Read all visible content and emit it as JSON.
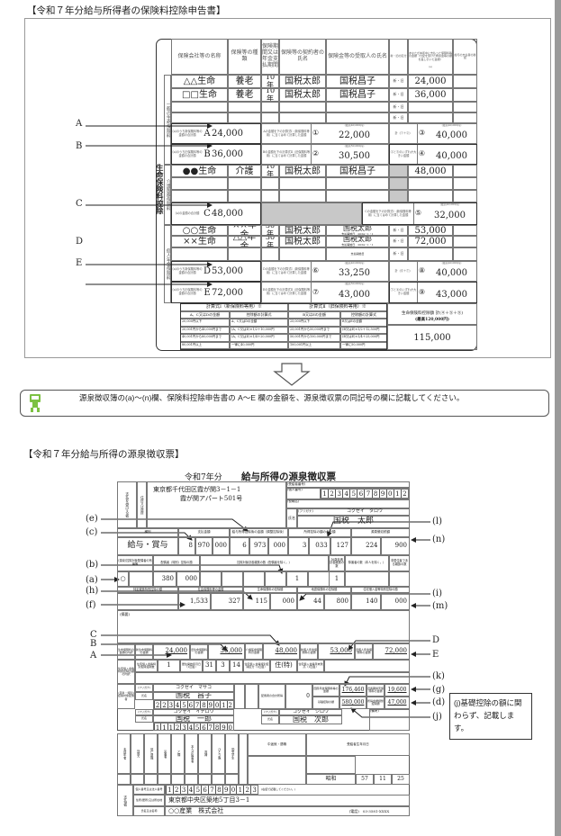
{
  "top_section": {
    "title": "【令和７年分給与所得者の保険料控除申告書】",
    "headers": {
      "company": "保険会社等の名称",
      "type": "保険等の種類",
      "period": "保険期間又は年金支払期間",
      "contractor": "保険等の契約者の氏名",
      "beneficiary": "保険金等の受取人の氏名",
      "new_old": "新・旧の区分",
      "amount": "あなたが本年中に支払った保険料等の金額（分配を受けた剰余金等の額を差し引いた金額）",
      "amount_mark": "(a)",
      "confirm": "給与の支払者の確認"
    },
    "category_labels": {
      "main": "生命保険料控除",
      "general": "一般の生命保険料",
      "care": "介護医療保険料",
      "pension": "個人年金保険料"
    },
    "new_old_label": "新・旧",
    "yen": "円",
    "general_rows": [
      {
        "company": "△△生命",
        "type": "養老",
        "period": "10年",
        "contractor": "国税太郎",
        "beneficiary": "国税昌子",
        "selected": "新",
        "amount": "24,000"
      },
      {
        "company": "□□生命",
        "type": "養老",
        "period": "10年",
        "contractor": "国税太郎",
        "beneficiary": "国税昌子",
        "selected": "旧",
        "amount": "36,000"
      },
      {
        "company": "",
        "type": "",
        "period": "",
        "contractor": "",
        "beneficiary": "",
        "selected": "",
        "amount": ""
      },
      {
        "company": "",
        "type": "",
        "period": "",
        "contractor": "",
        "beneficiary": "",
        "selected": "",
        "amount": ""
      }
    ],
    "care_rows": [
      {
        "company": "●●生命",
        "type": "介護",
        "period": "10年",
        "contractor": "国税太郎",
        "beneficiary": "国税昌子",
        "amount": "48,000"
      },
      {
        "company": "",
        "type": "",
        "period": "",
        "contractor": "",
        "beneficiary": "",
        "amount": ""
      },
      {
        "company": "",
        "type": "",
        "period": "",
        "contractor": "",
        "beneficiary": "",
        "amount": ""
      }
    ],
    "pension_rows": [
      {
        "company": "○○生命",
        "type": "××年金",
        "period": "30年",
        "contractor": "国税太郎",
        "beneficiary": "国税太郎",
        "start": "支払開始日　2034・1・1",
        "selected": "新",
        "amount": "53,000"
      },
      {
        "company": "××生命",
        "type": "△△年金",
        "period": "30年",
        "contractor": "国税太郎",
        "beneficiary": "国税太郎",
        "start": "支払開始日　2034・1・1",
        "selected": "旧",
        "amount": "72,000"
      },
      {
        "company": "",
        "type": "",
        "period": "",
        "contractor": "",
        "beneficiary": "",
        "start": "支払開始日",
        "selected": "",
        "amount": ""
      }
    ],
    "box_A": {
      "desc": "(a)のうち新保険料等の金額の合計額",
      "letter": "A",
      "value": "24,000"
    },
    "box_B": {
      "desc": "(a)のうち旧保険料等の金額の合計額",
      "letter": "B",
      "value": "36,000"
    },
    "box_C": {
      "desc": "(a)の金額の合計額",
      "letter": "C",
      "value": "48,000"
    },
    "box_D": {
      "desc": "(a)のうち新保険料等の金額の合計額",
      "letter": "D",
      "value": "53,000"
    },
    "box_E": {
      "desc": "(a)のうち旧保険料等の金額の合計額",
      "letter": "E",
      "value": "72,000"
    },
    "calc_1": {
      "desc": "Aの金額を下の計算式Ⅰ（新保険料等用）に当てはめて計算した金額",
      "mark": "①",
      "max": "(最高40,000円)",
      "value": "22,000"
    },
    "calc_2": {
      "desc": "Bの金額を下の計算式Ⅱ（旧保険料等用）に当てはめて計算した金額",
      "mark": "②",
      "max": "(最高50,000円)",
      "value": "30,500"
    },
    "calc_3": {
      "desc": "計（①＋②）",
      "mark": "③",
      "max": "(最高40,000円)",
      "value": "40,000"
    },
    "calc_4": {
      "desc": "②と③のいずれか大きい金額",
      "mark": "④",
      "value": "40,000"
    },
    "calc_5": {
      "desc": "Cの金額を下の計算式Ⅰ（新保険料等用）に当てはめて計算した金額",
      "mark": "⑤",
      "max": "(最高40,000円)",
      "value": "32,000"
    },
    "calc_6": {
      "desc": "Dの金額を下の計算式Ⅰ（新保険料等用）に当てはめて計算した金額",
      "mark": "⑥",
      "max": "(最高40,000円)",
      "value": "33,250"
    },
    "calc_7": {
      "desc": "Eの金額を下の計算式Ⅱ（旧保険料等用）に当てはめて計算した金額",
      "mark": "⑦",
      "max": "(最高50,000円)",
      "value": "43,000"
    },
    "calc_8": {
      "desc": "計（⑥＋⑦）",
      "mark": "⑧",
      "max": "(最高40,000円)",
      "value": "40,000"
    },
    "calc_9": {
      "desc": "⑦と⑧のいずれか大きい金額",
      "mark": "⑨",
      "value": "43,000"
    },
    "formula": {
      "head1": "計算式Ⅰ（新保険料等用）※",
      "head2": "計算式Ⅱ（旧保険料等用）※",
      "sub": [
        "A、C又はDの金額",
        "控除額の計算式",
        "B又はEの金額",
        "控除額の計算式"
      ],
      "rows": [
        [
          "20,000円以下",
          "A、C又はDの全額",
          "25,000円以下",
          "B又はEの全額"
        ],
        [
          "20,001円から40,000円まで",
          "(A、C又はD)×1/2＋10,000円",
          "25,001円から50,000円まで",
          "(B又はE)×1/2＋12,500円"
        ],
        [
          "40,001円から80,000円まで",
          "(A、C又はD)×1/4＋20,000円",
          "50,001円から100,000円まで",
          "(B又はE)×1/4＋25,000円"
        ],
        [
          "80,001円以上",
          "一律に40,000円",
          "100,001円以上",
          "一律に50,000円"
        ]
      ],
      "total_label": "生命保険料控除額 計(④＋⑤＋⑨)",
      "total_max": "(最高120,000円)",
      "total_value": "115,000"
    },
    "side_labels": [
      "A",
      "B",
      "C",
      "D",
      "E"
    ]
  },
  "instruction": {
    "text": "源泉徴収簿の(a)～(n)欄、保険料控除申告書の A～E 欄の金額を、源泉徴収票の同記号の欄に記載してください。"
  },
  "bottom_section": {
    "title": "【令和７年分給与所得の源泉徴収票】",
    "form_title_year": "令和7年分",
    "form_title": "給与所得の源泉徴収票",
    "recipient_label": "支払を受ける者",
    "address_label": "住所又は居所",
    "address1": "東京都千代田区霞が関3－1－1",
    "address2": "霞が関アパート501号",
    "recipient_no_label": "(受給者番号)",
    "my_number_label": "(個人番号)",
    "my_number": [
      "1",
      "2",
      "3",
      "4",
      "5",
      "6",
      "7",
      "8",
      "9",
      "0",
      "1",
      "2"
    ],
    "position_label": "(役職名)",
    "name_label": "氏名",
    "furigana_label": "(フリガナ)",
    "furigana": "コクゼイ　タロウ",
    "name": "国税　太郎",
    "headers1": [
      "種別",
      "支払金額",
      "給与所得控除後の金額（調整控除後）",
      "所得控除の額の合計額",
      "源泉徴収税額"
    ],
    "kind": "給与・賞与",
    "payment": [
      "8",
      "970",
      "000"
    ],
    "after_deduction": [
      "6",
      "973",
      "000"
    ],
    "total_deduction": [
      "3",
      "033",
      "127"
    ],
    "withholding": [
      "224",
      "900"
    ],
    "headers2": [
      "(源泉)控除対象配偶者の有無等",
      "配偶者（特別）控除の額",
      "控除対象扶養親族の数（配偶者を除く。）",
      "16歳未満扶養親族の数",
      "障害者の数（本人を除く。）",
      "非居住者である親族の数"
    ],
    "spouse_present": "○",
    "spouse_deduction": [
      "380",
      "000"
    ],
    "dependents_other": "1",
    "under16": "1",
    "headers3": [
      "特定親族特別控除の額",
      "社会保険料等の金額",
      "生命保険料の控除額",
      "地震保険料の控除額",
      "住宅借入金等特別控除の額"
    ],
    "social_insurance": [
      "1,533",
      "327"
    ],
    "life_insurance_deduction": [
      "115",
      "000"
    ],
    "earthquake": [
      "44",
      "800"
    ],
    "housing_loan": [
      "140",
      "000"
    ],
    "remarks_label": "(摘要)",
    "insurance_breakdown_label": "生命保険料の金額の内訳",
    "insurance_items": [
      {
        "label": "新生命保険料の金額",
        "value": "24,000"
      },
      {
        "label": "旧生命保険料の金額",
        "value": "36,000"
      },
      {
        "label": "介護医療保険料の金額",
        "value": "48,000"
      },
      {
        "label": "新個人年金保険料の金額",
        "value": "53,000"
      },
      {
        "label": "旧個人年金保険料の金額",
        "value": "72,000"
      }
    ],
    "housing_label": "住宅借入金等特別控除の額の内訳",
    "housing_count_label": "住宅借入金等特別控除適用数",
    "housing_count": "1",
    "housing_start_label": "居住開始年月日（1回目）",
    "housing_start": [
      "31",
      "3",
      "14"
    ],
    "housing_type_label": "住宅借入金等特別控除区分（1回目）",
    "housing_type": "住(特)",
    "housing_balance_label": "住宅借入金等年末残高（1回目）",
    "spouse_label": "(源泉・特別)控除対象配偶者",
    "spouse_furigana": "コクゼイ　マサコ",
    "spouse_name": "国税　昌子",
    "spouse_number": [
      "2",
      "2",
      "3",
      "4",
      "5",
      "6",
      "7",
      "8",
      "9",
      "0",
      "1",
      "2"
    ],
    "spouse_income_label": "配偶者の合計所得",
    "spouse_income": "0",
    "pension_premium_label": "国民年金保険料等の金額",
    "pension_premium": "176,460",
    "old_damage_label": "旧長期損害保険料の金額",
    "old_damage": "19,600",
    "basic_deduction_label": "基礎控除の額",
    "basic_deduction": "580,000",
    "income_adjust_label": "所得金額調整控除額",
    "income_adjust": "47,000",
    "dependent1_furigana": "コクゼイ　イチロウ",
    "dependent1_name": "国税　一郎",
    "dependent1_number": [
      "1",
      "1",
      "1",
      "2",
      "3",
      "4",
      "5",
      "6",
      "7",
      "8",
      "9",
      "0"
    ],
    "dependent2_furigana": "コクゼイ　ジロウ",
    "dependent2_name": "国税　次郎",
    "note_label": "(備考)",
    "flags": [
      "未成年者",
      "外国人",
      "死亡退職",
      "災害者",
      "乙欄",
      "本人が障害者",
      "寡婦",
      "ひとり親",
      "勤労学生"
    ],
    "job_change_label": "中途就・退職",
    "birth_label": "受給者生年月日",
    "birth": [
      "昭和",
      "57",
      "11",
      "25"
    ],
    "payer_label": "支払者",
    "payer_number_label": "個人番号又は法人番号",
    "payer_number": [
      "1",
      "2",
      "3",
      "4",
      "5",
      "6",
      "7",
      "8",
      "9",
      "0",
      "1",
      "2",
      "3"
    ],
    "payer_number_note": "(右詰で記載してください。)",
    "payer_address_label": "住所(居所)又は所在地",
    "payer_address": "東京都中央区築地5丁目3－1",
    "payer_name_label": "氏名又は名称",
    "payer_name": "○○産業　株式会社",
    "payer_phone": "(電話)　03-3581-XXXX"
  },
  "callouts": {
    "e": "(e)",
    "c": "(c)",
    "b": "(b)",
    "a": "(a)",
    "h": "(h)",
    "f": "(f)",
    "l": "(l)",
    "n": "(n)",
    "i": "(i)",
    "m": "(m)",
    "C": "C",
    "B": "B",
    "A": "A",
    "D": "D",
    "E": "E",
    "k": "(k)",
    "g": "(g)",
    "d": "(d)",
    "j": "(j)"
  },
  "note_j": "(j)基礎控除の額に関わらず、記載します。"
}
